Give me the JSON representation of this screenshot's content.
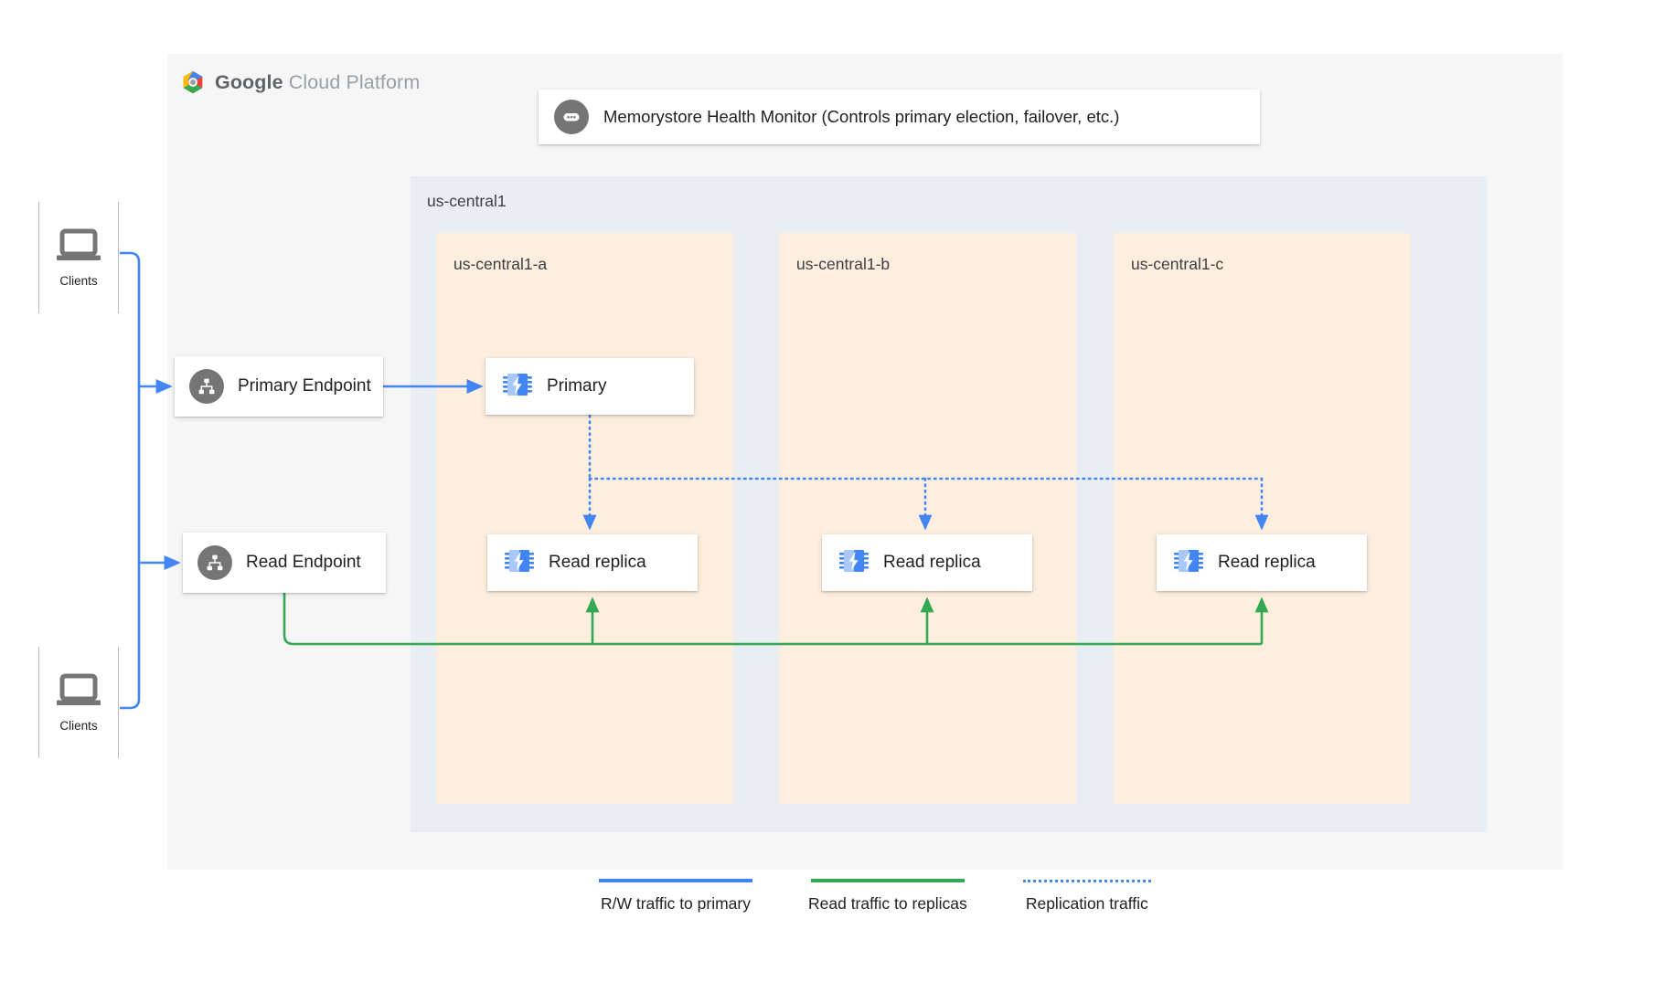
{
  "platform": {
    "brand_bold": "Google",
    "brand_light": "Cloud Platform",
    "logo_icon": "google-cloud-hexagon-icon"
  },
  "health_monitor": {
    "icon": "ellipsis-bubble-icon",
    "label": "Memorystore Health Monitor (Controls primary election, failover, etc.)"
  },
  "region": {
    "label": "us-central1"
  },
  "zones": [
    {
      "label": "us-central1-a",
      "node": {
        "label": "Primary",
        "icon": "memorystore-chip-icon"
      }
    },
    {
      "label": "us-central1-b",
      "node": {
        "label": "Read replica",
        "icon": "memorystore-chip-icon"
      }
    },
    {
      "label": "us-central1-c",
      "node": {
        "label": "Read replica",
        "icon": "memorystore-chip-icon"
      }
    }
  ],
  "replica_a": {
    "label": "Read replica",
    "icon": "memorystore-chip-icon"
  },
  "endpoints": [
    {
      "label": "Primary Endpoint",
      "icon": "network-hierarchy-icon"
    },
    {
      "label": "Read Endpoint",
      "icon": "network-hierarchy-icon"
    }
  ],
  "clients": [
    {
      "label": "Clients",
      "icon": "laptop-icon"
    },
    {
      "label": "Clients",
      "icon": "laptop-icon"
    }
  ],
  "legend": [
    {
      "label": "R/W traffic to primary",
      "color": "#4285f4",
      "style": "solid"
    },
    {
      "label": "Read traffic to replicas",
      "color": "#34a853",
      "style": "solid"
    },
    {
      "label": "Replication traffic",
      "color": "#4285f4",
      "style": "dotted"
    }
  ],
  "colors": {
    "blue": "#4285f4",
    "green": "#34a853",
    "region_bg": "#e8eef2",
    "zone_bg": "#fdeedd",
    "panel_bg": "#f6f6f6",
    "icon_gray": "#757575"
  }
}
